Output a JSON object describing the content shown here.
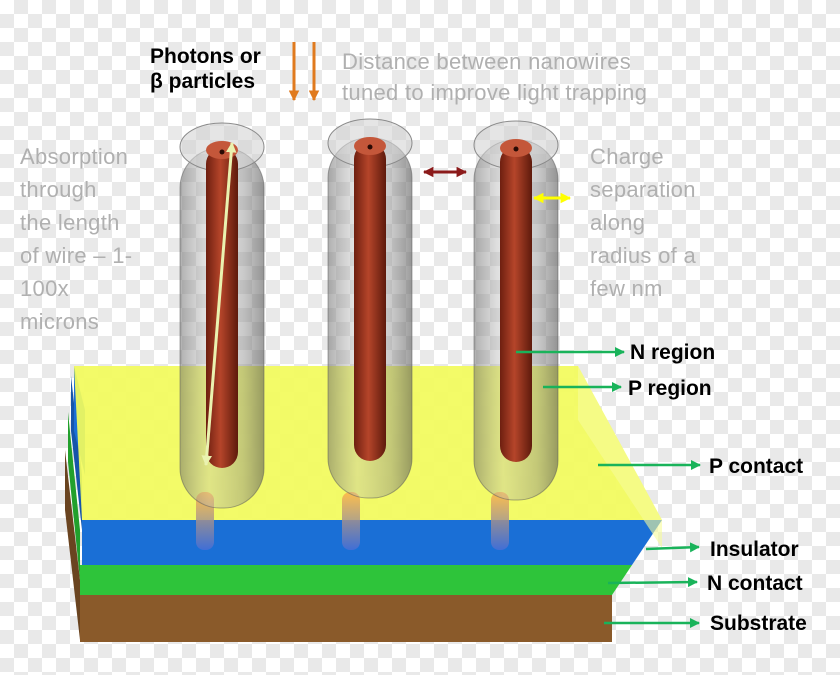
{
  "labels": {
    "photons": "Photons or\nβ particles",
    "distance": "Distance between nanowires\ntuned to improve light trapping",
    "absorption": "Absorption\nthrough\nthe length\nof wire – 1-\n100x\nmicrons",
    "charge": "Charge\nseparation\nalong\nradius of a\nfew nm",
    "n_region": "N region",
    "p_region": "P region",
    "p_contact": "P contact",
    "insulator": "Insulator",
    "n_contact": "N contact",
    "substrate": "Substrate"
  },
  "colors": {
    "p_contact": "#f2fb5c",
    "insulator": "#1a6fd6",
    "n_contact": "#2ec43a",
    "substrate": "#8a5a2a",
    "wire_core": "#a83a22",
    "shell": "#9a9a9a",
    "label_arrow": "#19b35a",
    "photon_arrow": "#e07a1e",
    "spacing_arrow": "#8b1a1a",
    "radial_arrow": "#ffff00",
    "length_arrow": "#eaf2b0",
    "dark_text": "#000000",
    "gray_text": "#b0b0b0"
  }
}
